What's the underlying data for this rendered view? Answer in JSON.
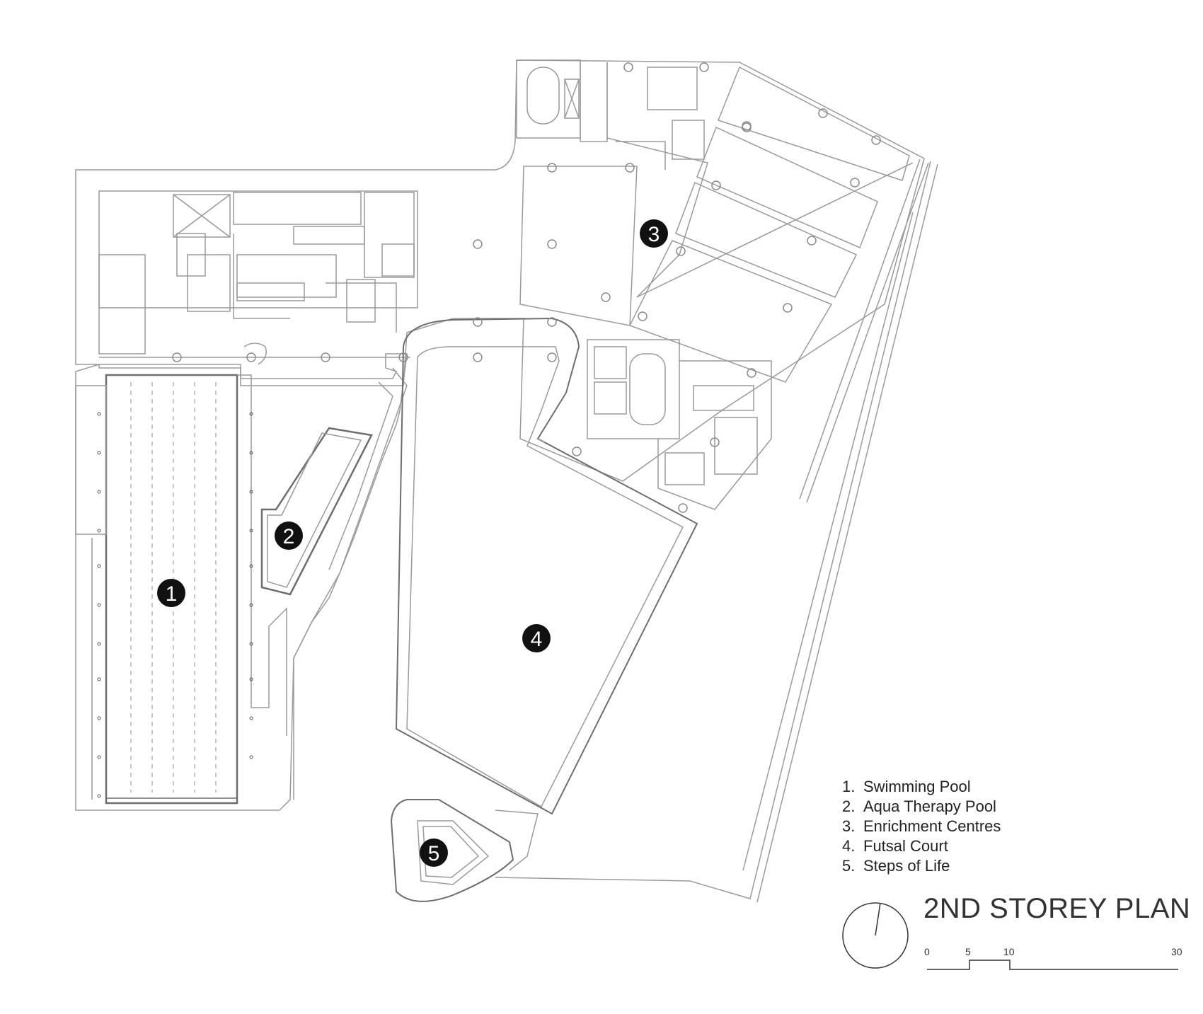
{
  "title": "2ND STOREY PLAN",
  "markers": [
    {
      "id": "1",
      "label": "1"
    },
    {
      "id": "2",
      "label": "2"
    },
    {
      "id": "3",
      "label": "3"
    },
    {
      "id": "4",
      "label": "4"
    },
    {
      "id": "5",
      "label": "5"
    }
  ],
  "legend": [
    {
      "num": "1.",
      "text": "Swimming Pool"
    },
    {
      "num": "2.",
      "text": "Aqua Therapy Pool"
    },
    {
      "num": "3.",
      "text": "Enrichment Centres"
    },
    {
      "num": "4.",
      "text": "Futsal Court"
    },
    {
      "num": "5.",
      "text": "Steps of Life"
    }
  ],
  "scale_bar": {
    "ticks": [
      "0",
      "5",
      "10",
      "30"
    ]
  },
  "colors": {
    "line": "#9a9a9a",
    "dark_line": "#6e6e6e",
    "marker_fill": "#111111",
    "marker_text": "#ffffff"
  },
  "icons": {
    "north": "north-arrow-icon"
  }
}
